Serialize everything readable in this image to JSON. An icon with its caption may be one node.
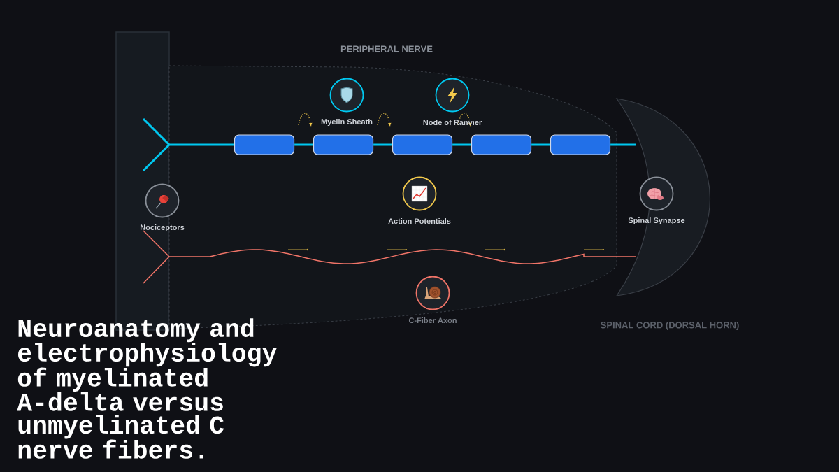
{
  "diagram": {
    "title": "Neuroanatomy and electrophysiology of myelinated A-delta versus unmyelinated C nerve fibers.",
    "nodes": [
      {
        "text": [
          "Myelin Sheath"
        ]
      },
      {
        "text": [
          "Node of Ranvier"
        ]
      },
      {
        "text": [
          "Nociceptors"
        ]
      },
      {
        "text": [
          "Action Potentials"
        ]
      },
      {
        "text": [
          "Spinal Synapse"
        ]
      },
      {
        "text": [
          "C-Fiber Axon"
        ]
      },
      {
        "text": [],
        "shape": "box"
      },
      {
        "text": [],
        "shape": "box"
      },
      {
        "text": [],
        "shape": "box"
      },
      {
        "text": [],
        "shape": "box"
      },
      {
        "text": [],
        "shape": "box"
      }
    ],
    "edges": [
      {
        "from": 2,
        "to": 6,
        "arrow": "none"
      },
      {
        "from": 6,
        "to": 7,
        "arrow": "none"
      },
      {
        "from": 7,
        "to": 8,
        "arrow": "none"
      },
      {
        "from": 8,
        "to": 9,
        "arrow": "none"
      },
      {
        "from": 9,
        "to": 10,
        "arrow": "none"
      },
      {
        "from": 10,
        "to": 4,
        "arrow": "none"
      },
      {
        "from": 2,
        "to": 4,
        "arrow": "none",
        "color": "#f07468"
      }
    ],
    "labels": [
      "PERIPHERAL NERVE",
      "SPINAL CORD (DORSAL HORN)"
    ]
  }
}
